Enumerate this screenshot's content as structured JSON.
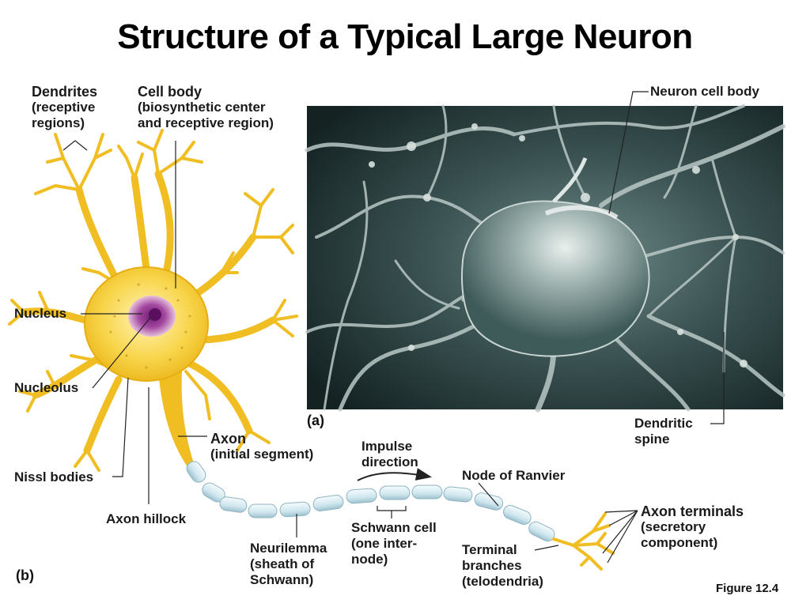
{
  "title": "Structure of a Typical Large Neuron",
  "panels": {
    "a": "(a)",
    "b": "(b)"
  },
  "figure": "Figure 12.4",
  "labels": {
    "dendrites": {
      "head": "Dendrites",
      "line1": "(receptive",
      "line2": "regions)"
    },
    "cell_body": {
      "head": "Cell body",
      "line1": "(biosynthetic center",
      "line2": "and receptive region)"
    },
    "nucleus": "Nucleus",
    "nucleolus": "Nucleolus",
    "nissl": "Nissl bodies",
    "hillock": "Axon hillock",
    "axon": {
      "head": "Axon",
      "line1": "(initial segment)"
    },
    "impulse": {
      "line1": "Impulse",
      "line2": "direction"
    },
    "neurilemma": {
      "line1": "Neurilemma",
      "line2": "(sheath of",
      "line3": "Schwann)"
    },
    "schwann": {
      "line1": "Schwann cell",
      "line2": "(one inter-",
      "line3": "node)"
    },
    "node": "Node of Ranvier",
    "terminal": {
      "line1": "Terminal",
      "line2": "branches",
      "line3": "(telodendria)"
    },
    "axon_terminals": {
      "head": "Axon terminals",
      "line1": "(secretory",
      "line2": "component)"
    },
    "neuron_cell_body": "Neuron cell body",
    "dendritic_spine": {
      "line1": "Dendritic",
      "line2": "spine"
    }
  },
  "colors": {
    "neuron_yellow": "#f3c21c",
    "neuron_light": "#fde58a",
    "nucleus_purple": "#8d2e8f",
    "myelin": "#cfe6ee",
    "micrograph_dark": "#1a2a2c",
    "micrograph_light": "#cfd9d6"
  }
}
